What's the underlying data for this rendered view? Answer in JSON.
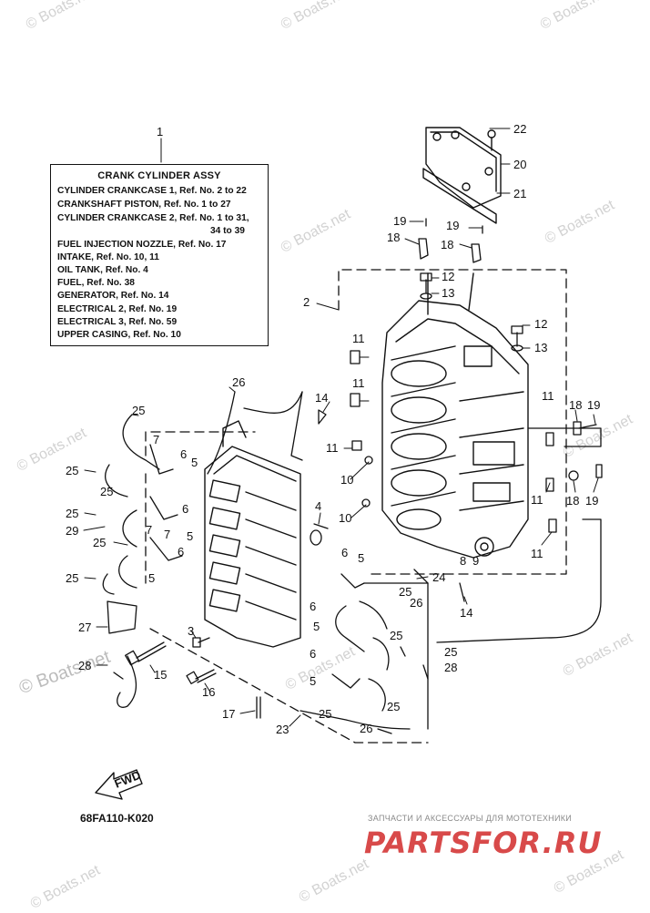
{
  "diagram": {
    "legend": {
      "callout_number": "1",
      "title": "CRANK CYLINDER ASSY",
      "lines": [
        "CYLINDER CRANKCASE 1,  Ref. No. 2 to 22",
        "CRANKSHAFT PISTON,  Ref. No. 1 to 27",
        "CYLINDER CRANKCASE 2,  Ref. No. 1 to 31,",
        "34 to 39",
        "FUEL INJECTION NOZZLE,  Ref. No. 17",
        "INTAKE,  Ref. No. 10, 11",
        "OIL TANK,  Ref. No. 4",
        "FUEL,  Ref. No. 38",
        "GENERATOR,  Ref. No. 14",
        "ELECTRICAL 2,  Ref. No. 19",
        "ELECTRICAL 3,  Ref. No. 59",
        "UPPER CASING,  Ref. No. 10"
      ]
    },
    "callouts": [
      "1",
      "2",
      "3",
      "4",
      "5",
      "6",
      "7",
      "8",
      "9",
      "10",
      "11",
      "12",
      "13",
      "14",
      "15",
      "16",
      "17",
      "18",
      "19",
      "20",
      "21",
      "22",
      "23",
      "24",
      "25",
      "26",
      "27",
      "28",
      "29"
    ],
    "diagram_code": "68FA110-K020",
    "fwd_label": "FWD"
  },
  "watermarks": {
    "small": "© Boats.net",
    "large": "© Boats.net"
  },
  "brand": {
    "tagline": "ЗАПЧАСТИ И АКСЕССУАРЫ ДЛЯ МОТОТЕХНИКИ",
    "name": "PARTSFOR.RU",
    "color": "#d84a4a"
  }
}
